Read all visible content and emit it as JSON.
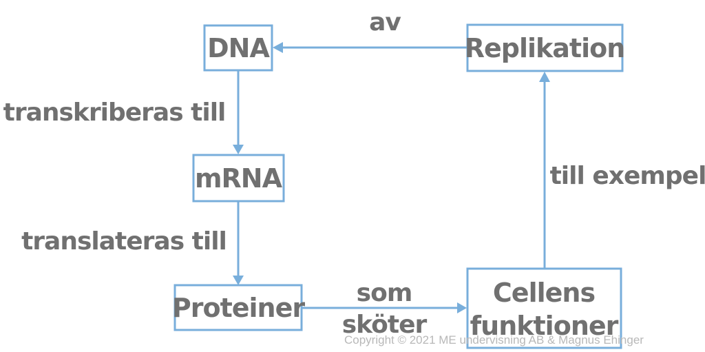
{
  "nodes": {
    "dna": "DNA",
    "mrna": "mRNA",
    "proteiner": "Proteiner",
    "cellens_line1": "Cellens",
    "cellens_line2": "funktioner",
    "replikation": "Replikation"
  },
  "edges": {
    "transkriberas": "transkriberas till",
    "translateras": "translateras till",
    "som": "som",
    "skoter": "sköter",
    "till_exempel": "till exempel",
    "av": "av"
  },
  "copyright": "Copyright © 2021 ME undervisning AB & Magnus Ehinger",
  "colors": {
    "line": "#78aedb",
    "text": "#707070",
    "copyright": "#b8b8b8"
  }
}
